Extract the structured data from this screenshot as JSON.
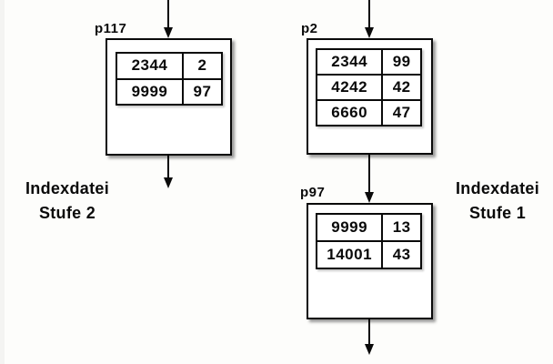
{
  "colors": {
    "background": "#fdfdfb",
    "line": "#0a0a0a",
    "box_fill": "#ffffff",
    "shadow": "rgba(0,0,0,0.4)"
  },
  "captions": {
    "left": {
      "line1": "Indexdatei",
      "line2": "Stufe 2"
    },
    "right": {
      "line1": "Indexdatei",
      "line2": "Stufe 1"
    }
  },
  "nodes": [
    {
      "id": "p117",
      "label": "p117",
      "rows": [
        [
          "2344",
          "2"
        ],
        [
          "9999",
          "97"
        ]
      ]
    },
    {
      "id": "p2",
      "label": "p2",
      "rows": [
        [
          "2344",
          "99"
        ],
        [
          "4242",
          "42"
        ],
        [
          "6660",
          "47"
        ]
      ]
    },
    {
      "id": "p97",
      "label": "p97",
      "rows": [
        [
          "9999",
          "13"
        ],
        [
          "14001",
          "43"
        ]
      ]
    }
  ],
  "arrows": [
    {
      "id": "into-p117",
      "from": "top-edge",
      "to": "p117"
    },
    {
      "id": "out-of-p117",
      "from": "p117",
      "to": "down"
    },
    {
      "id": "into-p2",
      "from": "top-edge",
      "to": "p2"
    },
    {
      "id": "p2-to-p97",
      "from": "p2",
      "to": "p97"
    },
    {
      "id": "out-of-p97",
      "from": "p97",
      "to": "down"
    }
  ]
}
